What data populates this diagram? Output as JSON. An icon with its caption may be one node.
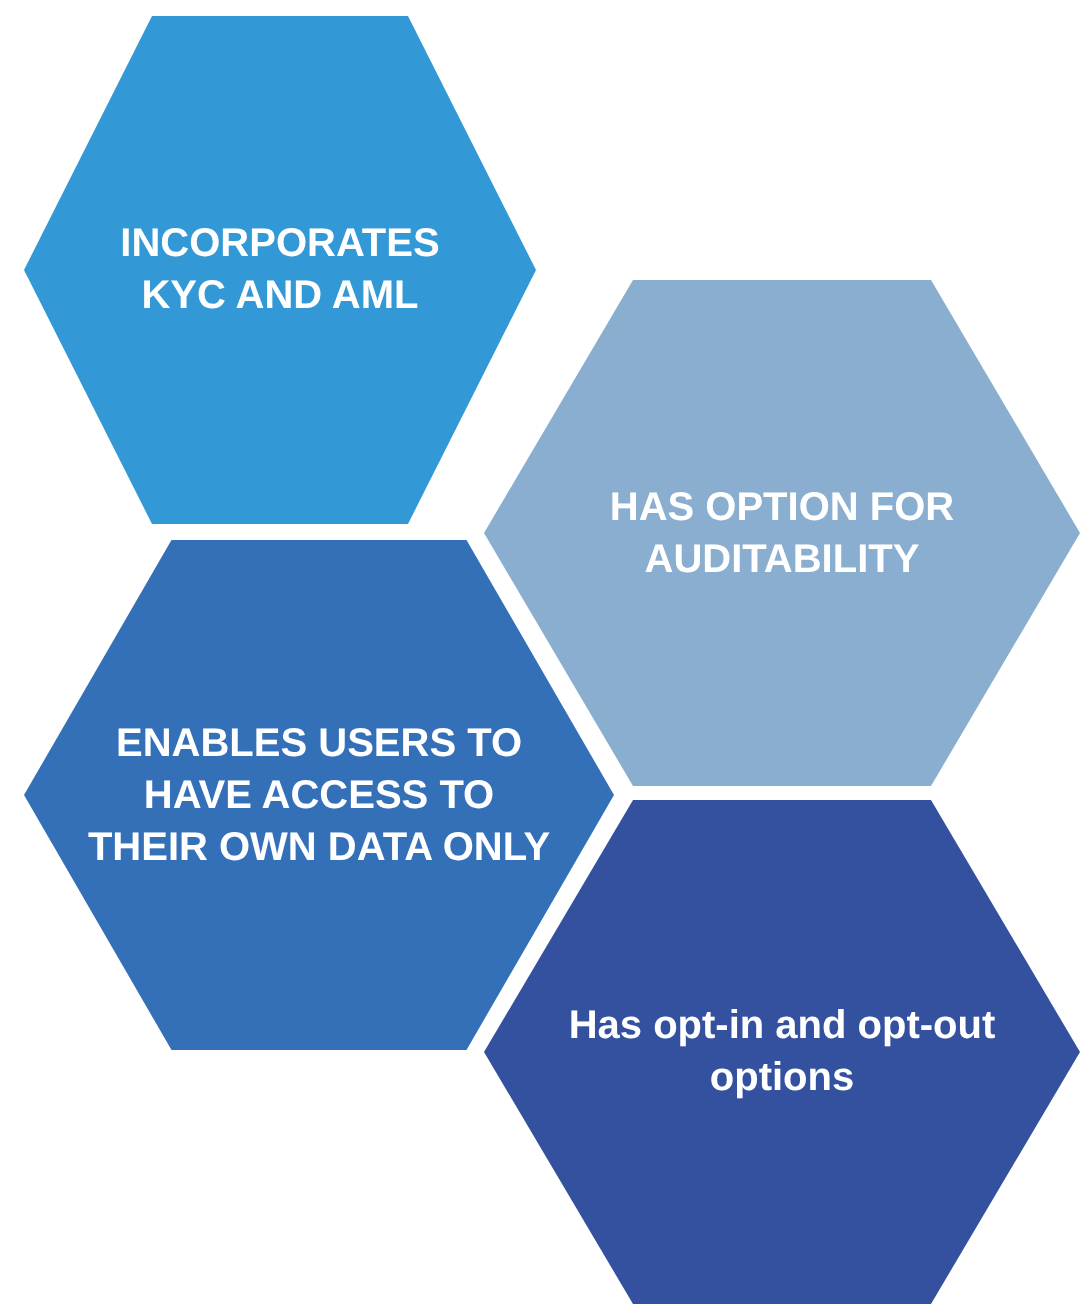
{
  "diagram": {
    "nodes": [
      {
        "text": [
          "INCORPORATES KYC AND AML"
        ]
      },
      {
        "text": [
          "HAS OPTION FOR AUDITABILITY"
        ]
      },
      {
        "text": [
          "ENABLES USERS TO HAVE ACCESS TO THEIR OWN DATA ONLY"
        ]
      },
      {
        "text": [
          "Has opt-in and opt-out options"
        ]
      }
    ]
  }
}
